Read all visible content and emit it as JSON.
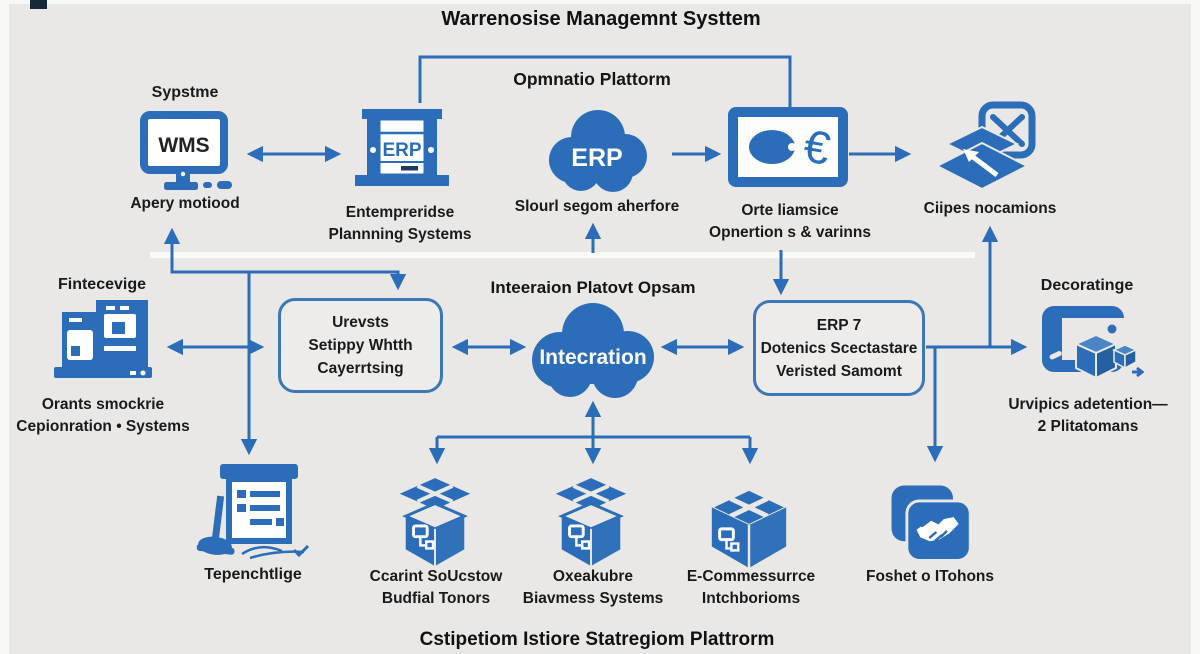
{
  "colors": {
    "accent": "#2b6db8",
    "accent_dark": "#25609f",
    "accent_light": "#4a86c6",
    "background": "#e9e8e6",
    "text": "#1a1a1a",
    "band": "#fbfbf8"
  },
  "titles": {
    "main": "Warrenosise Managemnt Systtem",
    "platform": "Opmnatio Plattorm",
    "integration": "Inteeraion Platovt Opsam",
    "bottom": "Cstipetiom Istiore Statregiom Plattrorm"
  },
  "nodes": {
    "wms": {
      "title": "Sypstme",
      "icon_text": "WMS",
      "caption": "Apery motiood"
    },
    "erp_server": {
      "icon_text": "ERP",
      "caption1": "Entempreridse",
      "caption2": "Plannning Systems"
    },
    "erp_cloud": {
      "icon_text": "ERP",
      "caption": "Slourl segom aherfore"
    },
    "device": {
      "icon_text": "€",
      "caption1": "Orte liamsice",
      "caption2": "Opnertion s & varinns"
    },
    "clipes": {
      "caption": "Ciipes nocamions"
    },
    "fintecevige": {
      "title": "Fintecevige",
      "caption1": "Orants smockrie",
      "caption2": "Cepionration • Systems"
    },
    "urevsts_box": {
      "line1": "Urevsts",
      "line2": "Setippy Whtth",
      "line3": "Cayerrtsing"
    },
    "integration_cloud": {
      "icon_text": "Intecration"
    },
    "erp7_box": {
      "line1": "ERP 7",
      "line2": "Dotenics Scectastare",
      "line3": "Veristed Samomt"
    },
    "decoratinge": {
      "title": "Decoratinge",
      "caption1": "Urvipics adetention—",
      "caption2": "2 Plitatomans"
    },
    "tepenchtlige": {
      "caption": "Tepenchtlige"
    },
    "crate1": {
      "caption1": "Ccarint SoUcstow",
      "caption2": "Budfial Tonors"
    },
    "crate2": {
      "caption1": "Oxeakubre",
      "caption2": "Biavmess Systems"
    },
    "crate3": {
      "caption1": "E-Commessurrce",
      "caption2": "Intchborioms"
    },
    "handshake": {
      "caption": "Foshet o ITohons"
    }
  }
}
